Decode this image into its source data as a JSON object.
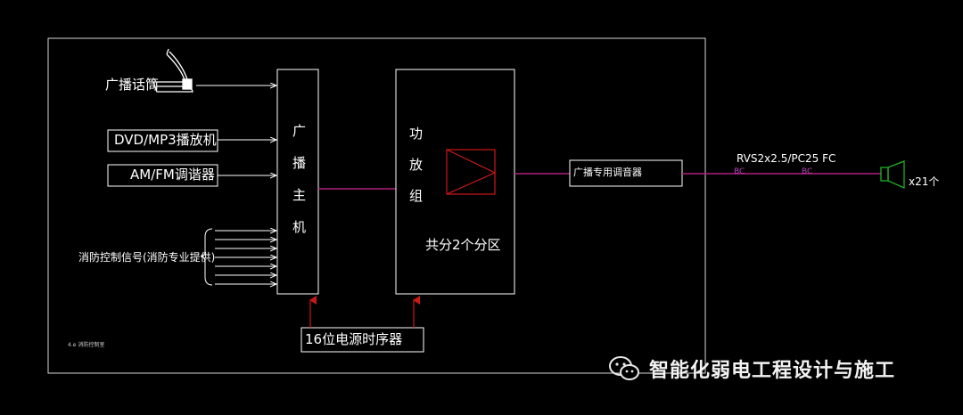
{
  "diagram": {
    "inputs": {
      "microphone": "广播话筒",
      "dvd": "DVD/MP3播放机",
      "tuner": "AM/FM调谐器",
      "fire_signal": "消防控制信号(消防专业提供)"
    },
    "host": {
      "chars": [
        "广",
        "播",
        "主",
        "机"
      ]
    },
    "amplifier": {
      "chars": [
        "功",
        "放",
        "组"
      ],
      "zones": "共分2个分区"
    },
    "sequencer": "16位电源时序器",
    "tiny_note": "4.e 消防控制室",
    "volume_controller": "广播专用调音器",
    "cable": "RVS2x2.5/PC25 FC",
    "bc1": "BC",
    "bc2": "BC",
    "speaker_count": "x21个"
  },
  "watermark": {
    "text": "智能化弱电工程设计与施工",
    "icon": "wechat-icon"
  },
  "colors": {
    "background": "#000000",
    "lines": "#ffffff",
    "signal": "#b0207e",
    "amp_symbol": "#d01818",
    "arrow_red": "#c81818",
    "speaker": "#22b022",
    "bc_text": "#c040c0"
  }
}
